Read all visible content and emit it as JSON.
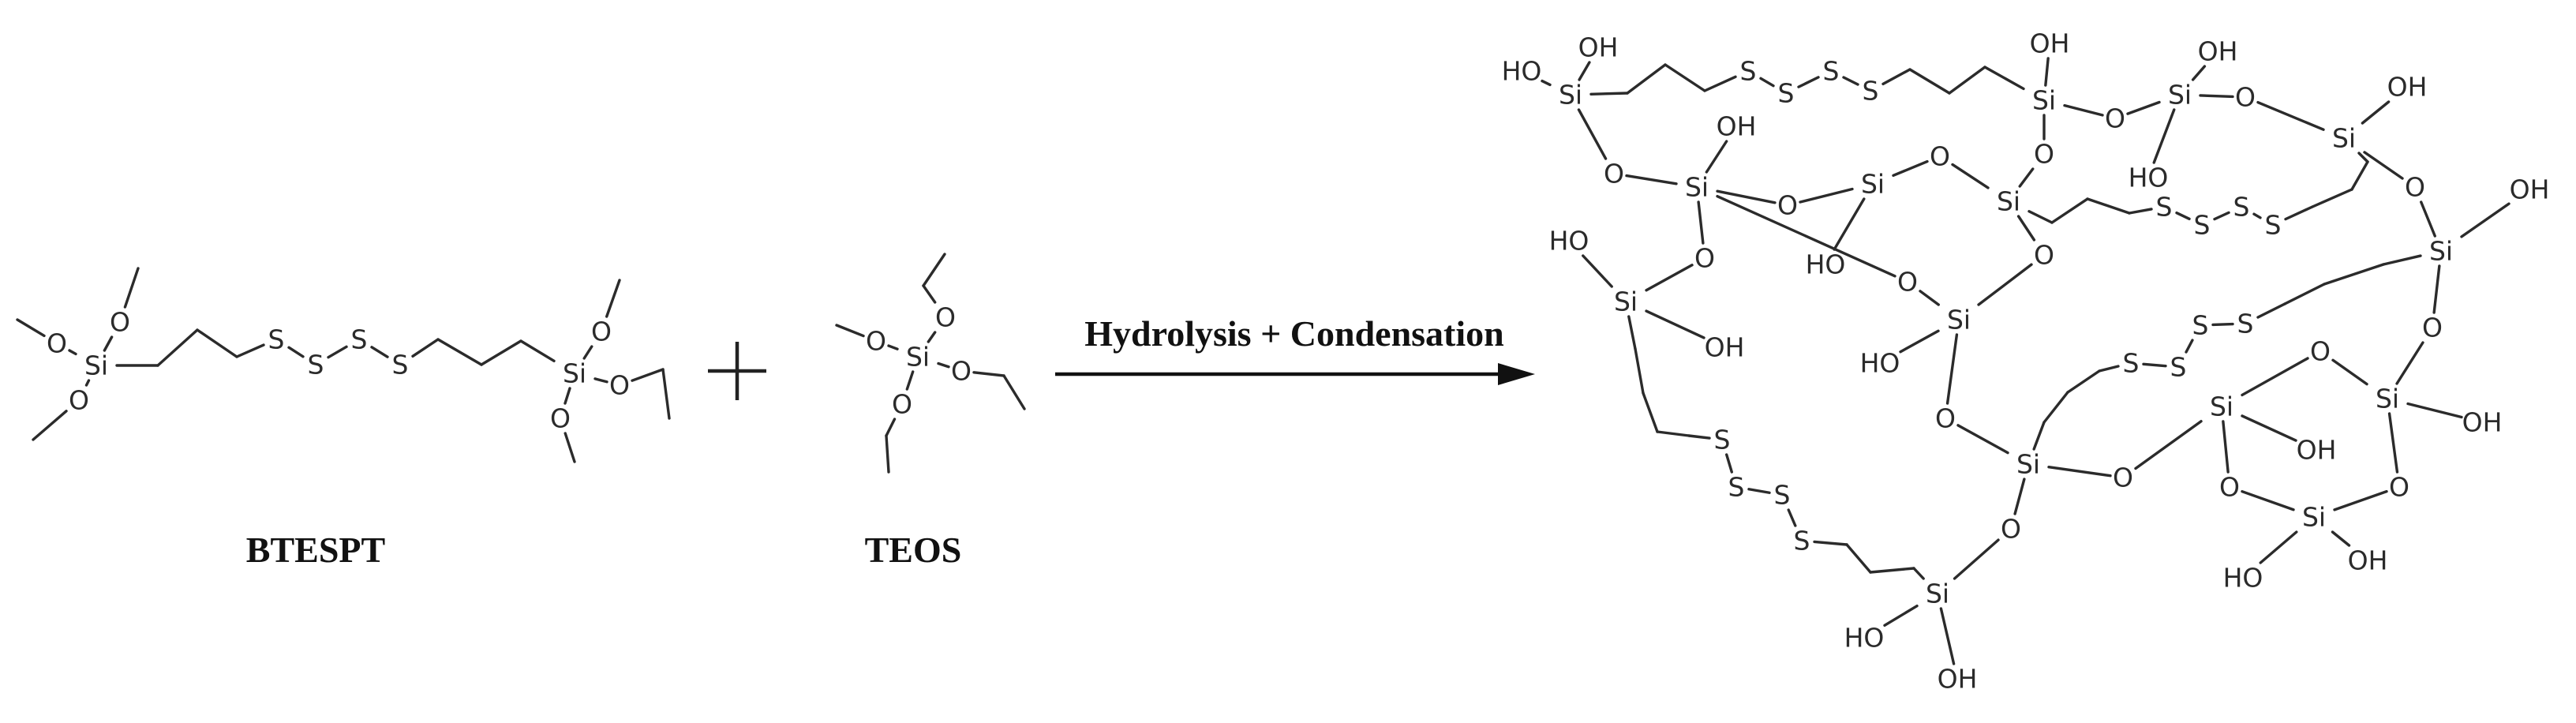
{
  "labels": {
    "reactant_1": "BTESPT",
    "reactant_2": "TEOS",
    "arrow": "Hydrolysis + Condensation"
  },
  "atom_symbols": {
    "silicon": "Si",
    "oxygen": "O",
    "sulfur": "S",
    "hydroxyl": "OH",
    "hydroxyl_left": "HO"
  },
  "colors": {
    "ink": "#2b2b2b",
    "background": "#ffffff"
  }
}
